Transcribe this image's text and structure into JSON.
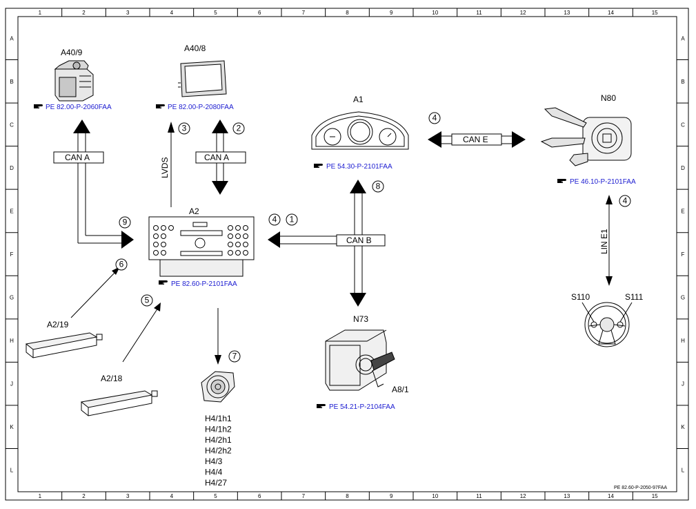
{
  "frame": {
    "columns": [
      "1",
      "2",
      "3",
      "4",
      "5",
      "6",
      "7",
      "8",
      "9",
      "10",
      "11",
      "12",
      "13",
      "14",
      "15"
    ],
    "rows": [
      "A",
      "B",
      "C",
      "D",
      "E",
      "F",
      "G",
      "H",
      "J",
      "K",
      "L"
    ],
    "doc_code": "PE 82.60-P-2050-97FAA"
  },
  "components": {
    "a40_9": {
      "label": "A40/9",
      "ref": "PE 82.00-P-2060FAA"
    },
    "a40_8": {
      "label": "A40/8",
      "ref": "PE 82.00-P-2080FAA"
    },
    "a1": {
      "label": "A1",
      "ref": "PE 54.30-P-2101FAA"
    },
    "n80": {
      "label": "N80",
      "ref": "PE 46.10-P-2101FAA"
    },
    "a2": {
      "label": "A2",
      "ref": "PE 82.60-P-2101FAA"
    },
    "n73": {
      "label": "N73",
      "ref": "PE 54.21-P-2104FAA",
      "sub_label": "A8/1"
    },
    "a2_19": {
      "label": "A2/19"
    },
    "a2_18": {
      "label": "A2/18"
    },
    "s110": {
      "label": "S110"
    },
    "s111": {
      "label": "S111"
    },
    "h4": {
      "labels": [
        "H4/1h1",
        "H4/1h2",
        "H4/2h1",
        "H4/2h2",
        "H4/3",
        "H4/4",
        "H4/27"
      ]
    }
  },
  "bus_labels": {
    "can_a_left": "CAN A",
    "can_a_right": "CAN A",
    "lvds": "LVDS",
    "can_e": "CAN E",
    "can_b": "CAN B",
    "lin_e1": "LIN E1"
  },
  "callouts": {
    "c1": "1",
    "c2": "2",
    "c3": "3",
    "c4a": "4",
    "c4b": "4",
    "c4c": "4",
    "c5": "5",
    "c6": "6",
    "c7": "7",
    "c8": "8",
    "c9": "9"
  },
  "colors": {
    "ref_link": "#1a1ad0",
    "line": "#000000"
  },
  "icons": {
    "ref_marker": "pointing-hand-icon"
  }
}
